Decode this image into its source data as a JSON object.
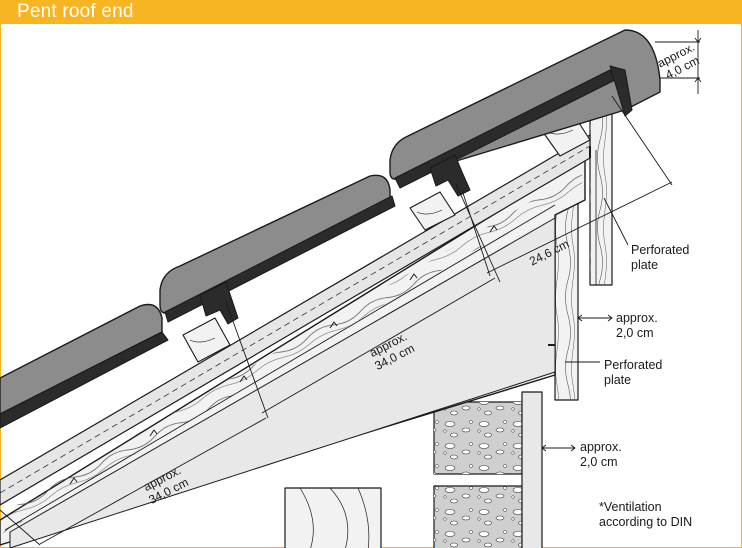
{
  "title": "Pent roof end",
  "labels": {
    "dim_top_line1": "approx.",
    "dim_top_line2": "4,0 cm",
    "dim_24": "24,6 cm",
    "perforated_1_line1": "Perforated",
    "perforated_1_line2": "plate",
    "approx_2_line1": "approx.",
    "approx_2_line2": "2,0 cm",
    "perforated_2_line1": "Perforated",
    "perforated_2_line2": "plate",
    "approx_3_line1": "approx.",
    "approx_3_line2": "2,0 cm",
    "dim_34_upper_line1": "approx.",
    "dim_34_upper_line2": "34,0 cm",
    "dim_34_lower_line1": "approx.",
    "dim_34_lower_line2": "34,0 cm",
    "note_line1": "*Ventilation",
    "note_line2": "according to DIN"
  },
  "colors": {
    "title_bar": "#f7b524",
    "tile": "#8c8c8c",
    "tile_dark": "#2b2b2b",
    "wood": "#f2f2f2",
    "board": "#e6e6e6",
    "masonry": "#cfcfcf",
    "line": "#1a1a1a"
  }
}
